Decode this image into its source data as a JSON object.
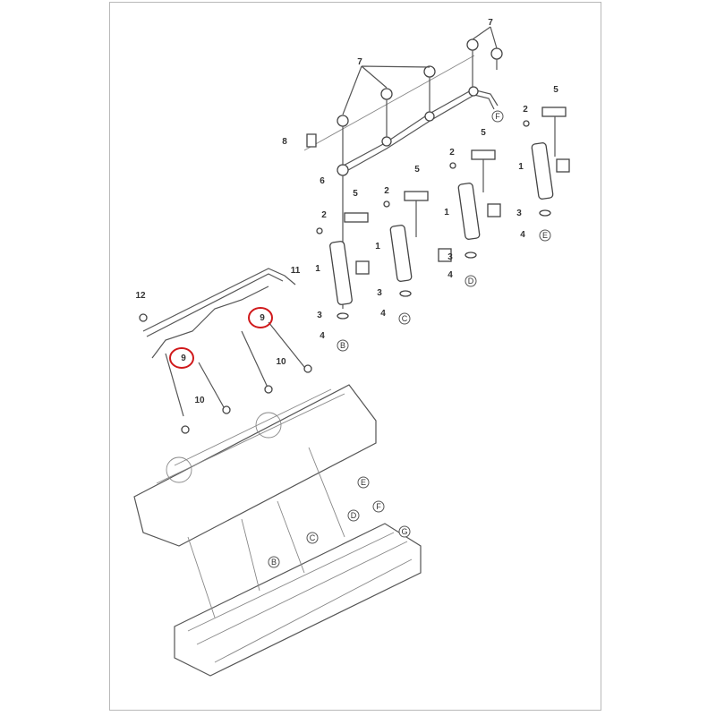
{
  "figure": {
    "callouts": {
      "n7a": "7",
      "n7b": "7",
      "n5a": "5",
      "n5b": "5",
      "n5c": "5",
      "n5d": "5",
      "n2a": "2",
      "n2b": "2",
      "n2c": "2",
      "n2d": "2",
      "n1a": "1",
      "n1b": "1",
      "n1c": "1",
      "n1d": "1",
      "n3a": "3",
      "n3b": "3",
      "n3c": "3",
      "n3d": "3",
      "n4a": "4",
      "n4b": "4",
      "n4c": "4",
      "n4d": "4",
      "n8": "8",
      "n6": "6",
      "n11": "11",
      "n12": "12",
      "n9a": "9",
      "n9b": "9",
      "n10a": "10",
      "n10b": "10"
    },
    "refs": {
      "injector": [
        "B",
        "C",
        "D",
        "E"
      ],
      "pipe": "F",
      "head": [
        "B",
        "C",
        "D",
        "E",
        "F",
        "G"
      ]
    },
    "highlight_color": "#d0191b"
  }
}
